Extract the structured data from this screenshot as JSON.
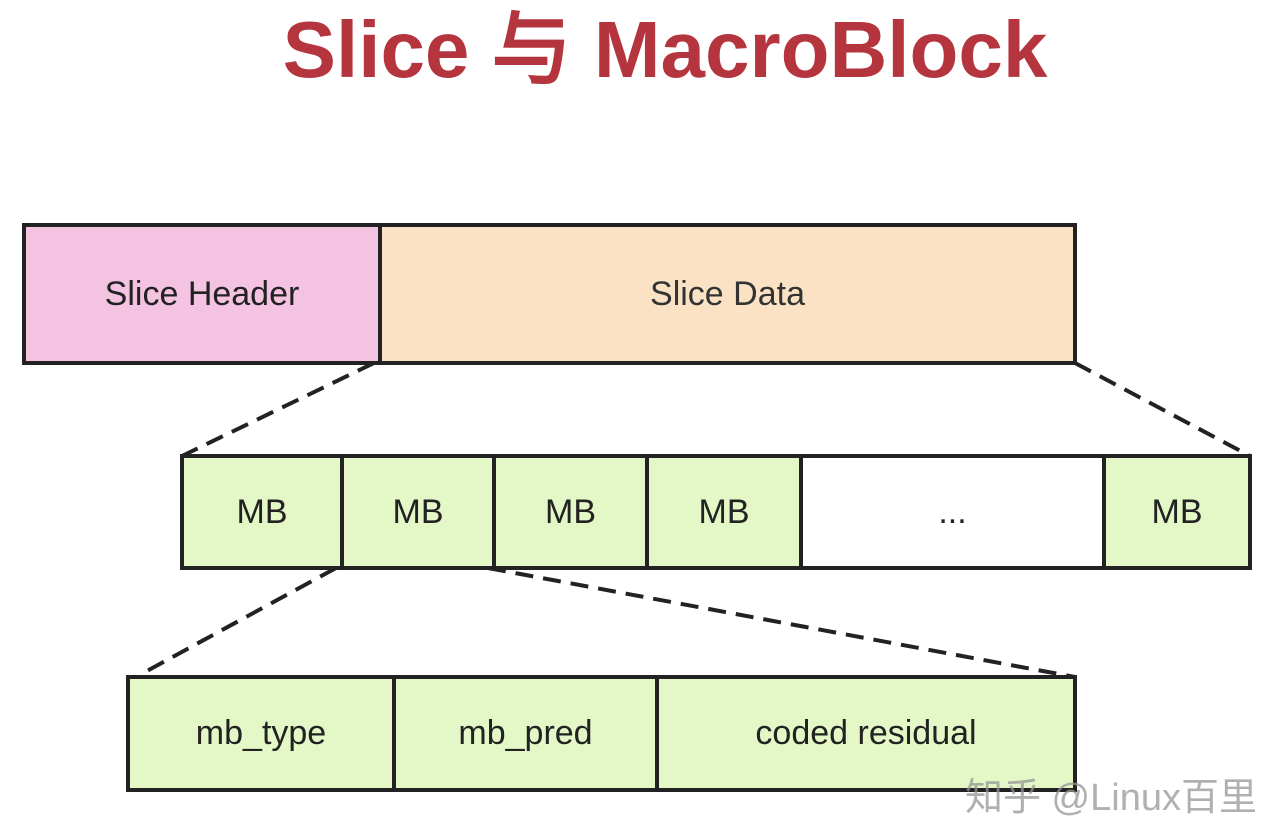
{
  "title": "Slice 与 MacroBlock",
  "slice": {
    "header": "Slice Header",
    "data": "Slice Data"
  },
  "macroblocks": [
    "MB",
    "MB",
    "MB",
    "MB",
    "...",
    "MB"
  ],
  "mb_fields": [
    "mb_type",
    "mb_pred",
    "coded residual"
  ],
  "watermark": "知乎 @Linux百里",
  "colors": {
    "title": "#b5353f",
    "header": "#f5c3e2",
    "data": "#fbe2c5",
    "mb": "#e4f7c6"
  }
}
